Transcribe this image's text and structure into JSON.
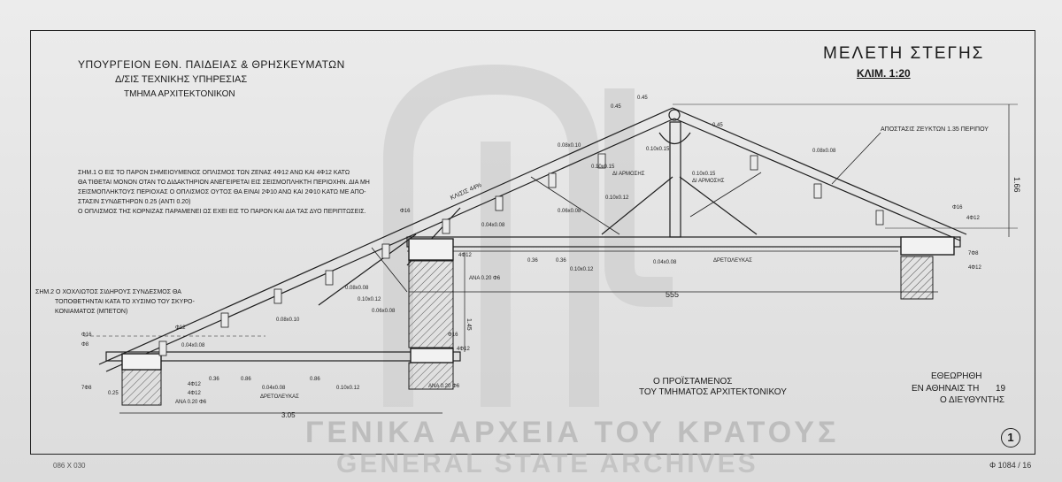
{
  "header": {
    "line1": "ΥΠΟΥΡΓΕΙΟΝ ΕΘΝ. ΠΑΙΔΕΙΑΣ & ΘΡΗΣΚΕΥΜΑΤΩΝ",
    "line2": "Δ/ΣΙΣ ΤΕΧΝΙΚΗΣ ΥΠΗΡΕΣΙΑΣ",
    "line3": "ΤΜΗΜΑ ΑΡΧΙΤΕΚΤΟΝΙΚΟΝ"
  },
  "title": "ΜΕΛΕΤΗ ΣΤΕΓΗΣ",
  "scale": "ΚΛΙΜ. 1:20",
  "note1": {
    "line1": "ΣΗΜ.1 Ο ΕΙΣ ΤΟ ΠΑΡΟΝ ΣΗΜΕΙΟΥΜΕΝΟΣ ΟΠΛΙΣΜΟΣ ΤΩΝ ΖΕΝΑΣ 4Φ12 ΑΝΩ ΚΑΙ 4Φ12 ΚΑΤΩ",
    "line2": "ΘΑ ΤΙΘΕΤΑΙ ΜΟΝΟΝ ΟΤΑΝ ΤΟ ΔΙΔΑΚΤΗΡΙΟΝ ΑΝΕΓΕΙΡΕΤΑΙ ΕΙΣ ΣΕΙΣΜΟΠΛΗΚΤΗ ΠΕΡΙΟΧΗΝ. ΔΙΑ ΜΗ",
    "line3": "ΣΕΙΣΜΟΠΛΗΚΤΟΥΣ ΠΕΡΙΟΧΑΣ Ο ΟΠΛΙΣΜΟΣ ΟΥΤΟΣ ΘΑ ΕΙΝΑΙ 2Φ10 ΑΝΩ ΚΑΙ 2Φ10 ΚΑΤΩ ΜΕ ΑΠΟ-",
    "line4": "ΣΤΑΣΙΝ ΣΥΝΔΕΤΗΡΩΝ 0.25 (ΑΝΤΙ 0.20)",
    "line5": "Ο ΟΠΛΙΣΜΟΣ ΤΗΣ ΚΟΡΝΙΖΑΣ ΠΑΡΑΜΕΝΕΙ ΩΣ ΕΧΕΙ ΕΙΣ ΤΟ ΠΑΡΟΝ ΚΑΙ ΔΙΑ ΤΑΣ ΔΥΟ ΠΕΡΙΠΤΩΣΕΙΣ."
  },
  "note2": {
    "line1": "ΣΗΜ.2 Ο ΧΟΧΛΙΩΤΟΣ ΣΙΔΗΡΟΥΣ ΣΥΝΔΕΣΜΟΣ ΘΑ",
    "line2": "ΤΟΠΟΘΕΤΗΝΤΑΙ ΚΑΤΑ ΤΟ ΧΥΣΙΜΟ ΤΟΥ ΣΚΥΡΟ-",
    "line3": "ΚΟΝΙΑΜΑΤΟΣ (ΜΠΕΤΟΝ)"
  },
  "dimensions": {
    "overall_span": "555",
    "half_span": "3.05",
    "height": "1.66",
    "wall_height": "1.45",
    "slope": "ΚΛΙΣΙΣ 44%",
    "rafter_spacing_note": "ΑΠΟΣΤΑΣΙΣ ΖΕΥΚΤΩΝ 1.35 ΠΕΡΙΠΟΥ",
    "segment_a": "0.36",
    "segment_b": "0.86",
    "segment_c": "0.45",
    "cornice": "0.25"
  },
  "labels": {
    "rafter": "0.08x0.10",
    "rafter_b": "0.10x0.15",
    "tie_beam": "0.10x0.12",
    "purlin": "0.04x0.08",
    "board": "ΔΡΕΤΟΛΕΥΚΑΣ",
    "batten": "0.08x0.08",
    "rebar_a": "Φ12",
    "rebar_b": "Φ8",
    "rebar_c": "Φ16",
    "rebar_4": "4Φ12",
    "rebar_7": "7Φ8",
    "stirrup": "ΑΝΑ 0.20 Φ6",
    "cross_a": "0.10x0.15",
    "cross_b": "0.06x0.08",
    "cross_sub": "ΔΙ ΑΡΜΟΣΗΣ"
  },
  "signatures": {
    "head_line1": "Ο ΠΡΟΪΣΤΑΜΕΝΟΣ",
    "head_line2": "ΤΟΥ ΤΜΗΜΑΤΟΣ ΑΡΧΙΤΕΚΤΟΝΙΚΟΥ",
    "approved_title": "ΕΘΕΩΡΗΘΗ",
    "approved_place": "ΕΝ ΑΘΗΝΑΙΣ ΤΗ",
    "approved_year": "19",
    "director": "Ο ΔΙΕΥΘΥΝΤΗΣ"
  },
  "sheet_number": "1",
  "paper_dims": "086 Χ 030",
  "archive_ref": "Φ 1084 / 16",
  "watermark": {
    "greek": "ΓΕΝΙΚΑ ΑΡΧΕΙΑ ΤΟΥ ΚΡΑΤΟΥΣ",
    "english": "GENERAL STATE ARCHIVES"
  }
}
